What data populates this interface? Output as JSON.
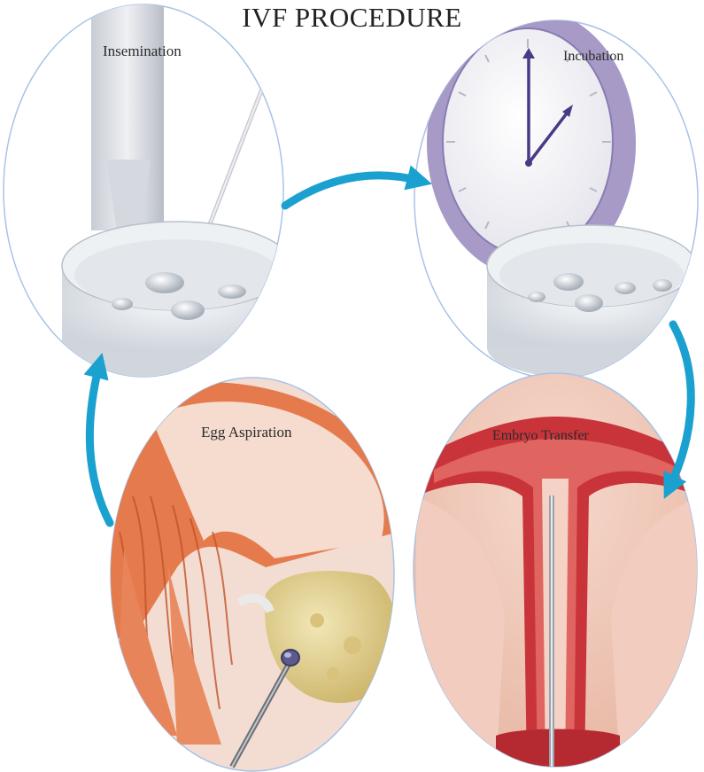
{
  "title": "IVF PROCEDURE",
  "steps": {
    "insemination": "Insemination",
    "incubation": "Incubation",
    "embryo_transfer": "Embryo Transfer",
    "egg_aspiration": "Egg Aspiration"
  },
  "colors": {
    "arrow": "#1aa1cf",
    "circle_outline": "#a9c3e6",
    "clock_rim": "#a79ac6",
    "clock_hands": "#4a3a86",
    "dish": "#d9dde3",
    "tissue_red": "#c9343a",
    "tissue_orange": "#e57a4d",
    "ovary": "#e3d49a"
  },
  "icons": [
    "pipette-icon",
    "petri-dish-icon",
    "clock-icon",
    "uterus-illustration",
    "ovary-illustration",
    "catheter-icon",
    "needle-icon",
    "cycle-arrow-icon"
  ]
}
